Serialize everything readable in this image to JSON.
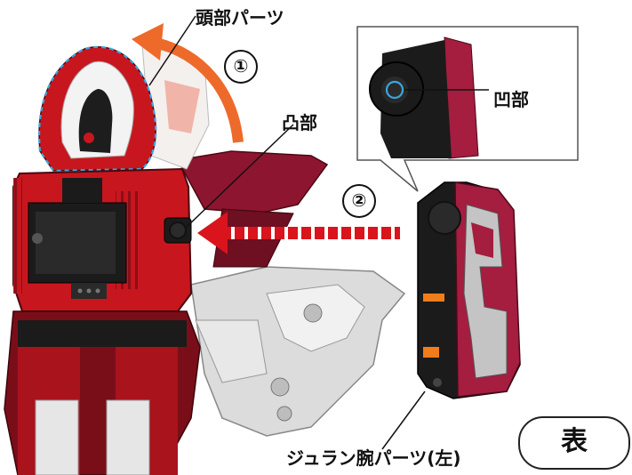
{
  "labels": {
    "head_part": "頭部パーツ",
    "convex": "凸部",
    "concave": "凹部",
    "arm_part": "ジュラン腕パーツ(左)"
  },
  "steps": {
    "step1": "①",
    "step2": "②"
  },
  "side_badge": "表",
  "colors": {
    "robot_red": "#c8161e",
    "dark_red": "#7d1026",
    "arm_maroon": "#a51d3f",
    "arrow_orange": "#ee6a2a",
    "arrow_red": "#d9141c",
    "outline_blue": "#3aa6e0",
    "accent_orange": "#f07d1a"
  }
}
